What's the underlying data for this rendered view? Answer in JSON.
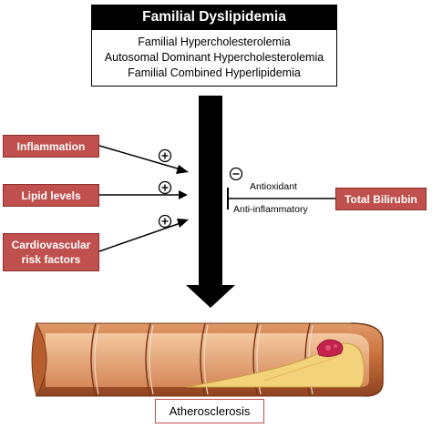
{
  "header": {
    "title": "Familial Dyslipidemia",
    "conditions": [
      "Familial Hypercholesterolemia",
      "Autosomal Dominant Hypercholesterolemia",
      "Familial Combined Hyperlipidemia"
    ]
  },
  "factors": {
    "inflammation": "Inflammation",
    "lipid_levels": "Lipid levels",
    "cv_risk_line1": "Cardiovascular",
    "cv_risk_line2": "risk factors",
    "plus_sign": "+"
  },
  "inhibitor": {
    "label": "Total Bilirubin",
    "minus_sign": "-",
    "antioxidant": "Antioxidant",
    "anti_inflammatory": "Anti-inflammatory"
  },
  "outcome": {
    "label": "Atherosclerosis"
  },
  "colors": {
    "factor_box": "#c0504d",
    "artery_wall": "#c8703c",
    "plaque": "#f2d27a",
    "arrow": "#000000"
  }
}
